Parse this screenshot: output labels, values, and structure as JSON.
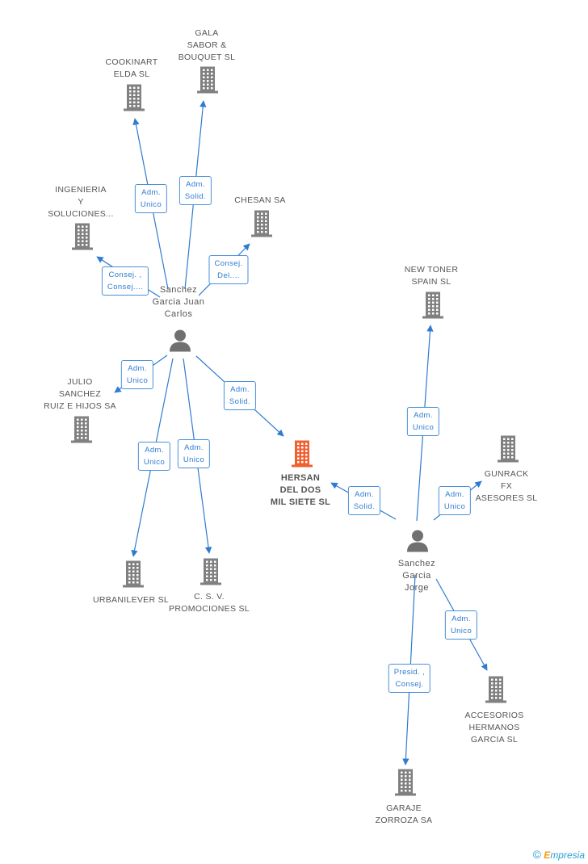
{
  "colors": {
    "edge": "#2f7bd0",
    "company": "#808080",
    "main_company": "#f06030",
    "person": "#707070"
  },
  "companies": [
    {
      "id": "cookinart",
      "label_lines": [
        "COOKINART",
        "ELDA SL"
      ],
      "main": false
    },
    {
      "id": "gala",
      "label_lines": [
        "GALA",
        "SABOR &",
        "BOUQUET SL"
      ],
      "main": false
    },
    {
      "id": "ingenieria",
      "label_lines": [
        "INGENIERIA",
        "Y",
        "SOLUCIONES..."
      ],
      "main": false
    },
    {
      "id": "chesan",
      "label_lines": [
        "CHESAN SA"
      ],
      "main": false
    },
    {
      "id": "newtoner",
      "label_lines": [
        "NEW TONER",
        "SPAIN SL"
      ],
      "main": false
    },
    {
      "id": "julio",
      "label_lines": [
        "JULIO",
        "SANCHEZ",
        "RUIZ E HIJOS SA"
      ],
      "main": false
    },
    {
      "id": "hersan",
      "label_lines": [
        "HERSAN",
        "DEL DOS",
        "MIL SIETE SL"
      ],
      "main": true
    },
    {
      "id": "gunrack",
      "label_lines": [
        "GUNRACK",
        "FX",
        "ASESORES SL"
      ],
      "main": false
    },
    {
      "id": "urbanilever",
      "label_lines": [
        "URBANILEVER SL"
      ],
      "main": false
    },
    {
      "id": "csv",
      "label_lines": [
        "C. S. V.",
        "PROMOCIONES SL"
      ],
      "main": false
    },
    {
      "id": "accesorios",
      "label_lines": [
        "ACCESORIOS",
        "HERMANOS",
        "GARCIA SL"
      ],
      "main": false
    },
    {
      "id": "garaje",
      "label_lines": [
        "GARAJE",
        "ZORROZA SA"
      ],
      "main": false
    }
  ],
  "persons": [
    {
      "id": "juan",
      "label_lines": [
        "Sanchez",
        "Garcia Juan",
        "Carlos"
      ]
    },
    {
      "id": "jorge",
      "label_lines": [
        "Sanchez",
        "Garcia",
        "Jorge"
      ]
    }
  ],
  "edges": [
    {
      "from": "juan",
      "to": "cookinart",
      "label_lines": [
        "Adm.",
        "Unico"
      ]
    },
    {
      "from": "juan",
      "to": "gala",
      "label_lines": [
        "Adm.",
        "Solid."
      ]
    },
    {
      "from": "juan",
      "to": "ingenieria",
      "label_lines": [
        "Consej. ,",
        "Consej...."
      ]
    },
    {
      "from": "juan",
      "to": "chesan",
      "label_lines": [
        "Consej.",
        "Del...."
      ]
    },
    {
      "from": "juan",
      "to": "julio",
      "label_lines": [
        "Adm.",
        "Unico"
      ]
    },
    {
      "from": "juan",
      "to": "hersan",
      "label_lines": [
        "Adm.",
        "Solid."
      ]
    },
    {
      "from": "juan",
      "to": "urbanilever",
      "label_lines": [
        "Adm.",
        "Unico"
      ]
    },
    {
      "from": "juan",
      "to": "csv",
      "label_lines": [
        "Adm.",
        "Unico"
      ]
    },
    {
      "from": "jorge",
      "to": "newtoner",
      "label_lines": [
        "Adm.",
        "Unico"
      ]
    },
    {
      "from": "jorge",
      "to": "hersan",
      "label_lines": [
        "Adm.",
        "Solid."
      ]
    },
    {
      "from": "jorge",
      "to": "gunrack",
      "label_lines": [
        "Adm.",
        "Unico"
      ]
    },
    {
      "from": "jorge",
      "to": "accesorios",
      "label_lines": [
        "Adm.",
        "Unico"
      ]
    },
    {
      "from": "jorge",
      "to": "garaje",
      "label_lines": [
        "Presid. ,",
        "Consej."
      ]
    }
  ],
  "footer": {
    "copyright": "©",
    "brand_first": "E",
    "brand_rest": "mpresia"
  }
}
